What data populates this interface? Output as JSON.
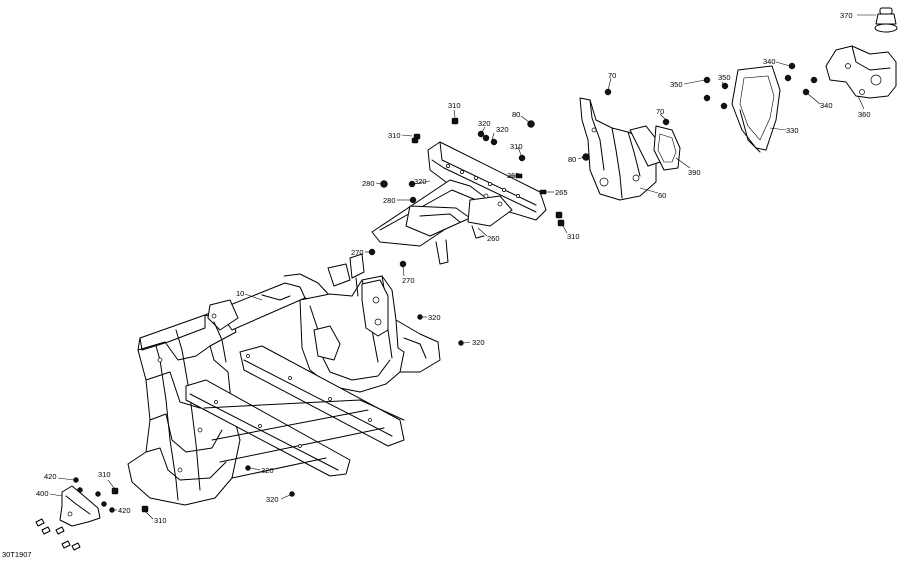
{
  "drawing_code": "30T1907",
  "callouts": [
    {
      "id": "c370",
      "text": "370"
    },
    {
      "id": "c340a",
      "text": "340"
    },
    {
      "id": "c340b",
      "text": "340"
    },
    {
      "id": "c360",
      "text": "360"
    },
    {
      "id": "c350a",
      "text": "350"
    },
    {
      "id": "c350b",
      "text": "350"
    },
    {
      "id": "c330",
      "text": "330"
    },
    {
      "id": "c70a",
      "text": "70"
    },
    {
      "id": "c70b",
      "text": "70"
    },
    {
      "id": "c390",
      "text": "390"
    },
    {
      "id": "c60",
      "text": "60"
    },
    {
      "id": "c80a",
      "text": "80"
    },
    {
      "id": "c80b",
      "text": "80"
    },
    {
      "id": "c310a",
      "text": "310"
    },
    {
      "id": "c310b",
      "text": "310"
    },
    {
      "id": "c320a",
      "text": "320"
    },
    {
      "id": "c320b",
      "text": "320"
    },
    {
      "id": "c310c",
      "text": "310"
    },
    {
      "id": "c265a",
      "text": "265"
    },
    {
      "id": "c265b",
      "text": "265"
    },
    {
      "id": "c280a",
      "text": "280"
    },
    {
      "id": "c320c",
      "text": "320"
    },
    {
      "id": "c280b",
      "text": "280"
    },
    {
      "id": "c310d",
      "text": "310"
    },
    {
      "id": "c260",
      "text": "260"
    },
    {
      "id": "c270a",
      "text": "270"
    },
    {
      "id": "c270b",
      "text": "270"
    },
    {
      "id": "c10",
      "text": "10"
    },
    {
      "id": "c320d",
      "text": "320"
    },
    {
      "id": "c320e",
      "text": "320"
    },
    {
      "id": "c320f",
      "text": "320"
    },
    {
      "id": "c320g",
      "text": "320"
    },
    {
      "id": "c420a",
      "text": "420"
    },
    {
      "id": "c310e",
      "text": "310"
    },
    {
      "id": "c400",
      "text": "400"
    },
    {
      "id": "c420b",
      "text": "420"
    },
    {
      "id": "c310f",
      "text": "310"
    }
  ]
}
